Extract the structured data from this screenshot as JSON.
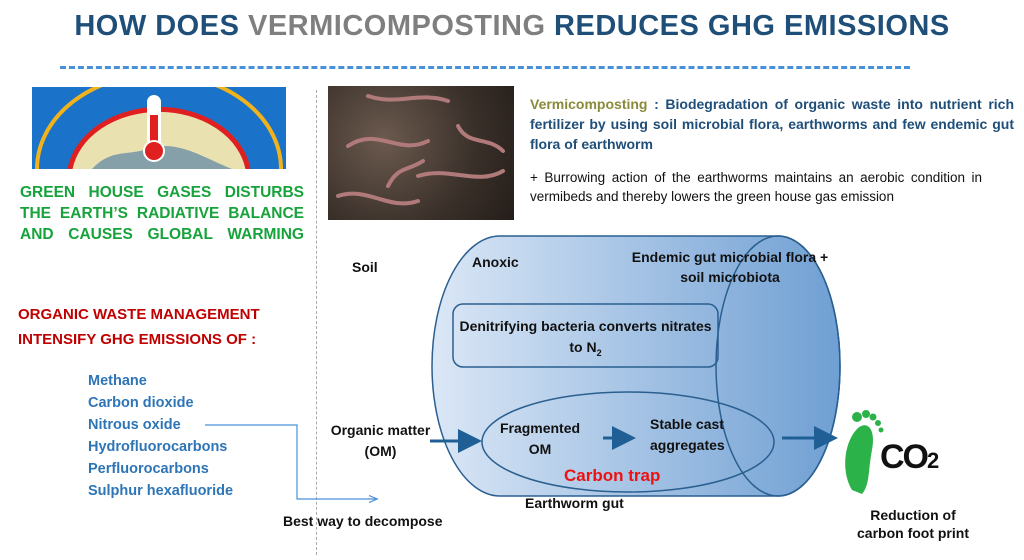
{
  "title": {
    "part1": "HOW DOES ",
    "part2": "VERMICOMPOSTING",
    "part3": " REDUCES GHG EMISSIONS"
  },
  "left": {
    "ghg_text": [
      "GREEN HOUSE GASES DISTURBS",
      "THE EARTH’S RADIATIVE BALANCE",
      "AND CAUSES GLOBAL WARMING"
    ],
    "owm_text": [
      "ORGANIC WASTE MANAGEMENT",
      "INTENSIFY GHG EMISSIONS OF :"
    ],
    "gases": [
      "Methane",
      "Carbon dioxide",
      "Nitrous oxide",
      "Hydrofluorocarbons",
      "Perfluorocarbons",
      "Sulphur hexafluoride"
    ],
    "best_way": "Best way to decompose"
  },
  "definition": {
    "term": "Vermicomposting",
    "text": " : Biodegradation of organic waste into nutrient rich fertilizer by using soil microbial flora, earthworms and few endemic gut flora of earthworm"
  },
  "burrowing": "+ Burrowing action of the earthworms maintains an aerobic condition in vermibeds and thereby lowers the green house gas emission",
  "diagram": {
    "soil": "Soil",
    "anoxic": "Anoxic",
    "endemic": "Endemic gut microbial flora + soil microbiota",
    "denitrifying": "Denitrifying bacteria converts nitrates to N",
    "n2_sub": "2",
    "organic_matter": "Organic matter (OM)",
    "fragmented": "Fragmented OM",
    "stable": "Stable cast aggregates",
    "carbon_trap": "Carbon trap",
    "gut": "Earthworm gut",
    "co2": "CO",
    "co2_sub": "2",
    "reduction": "Reduction of carbon foot print"
  },
  "colors": {
    "title": "#1f4e79",
    "green": "#17a33b",
    "red": "#c00000",
    "blue": "#2e75b6"
  }
}
